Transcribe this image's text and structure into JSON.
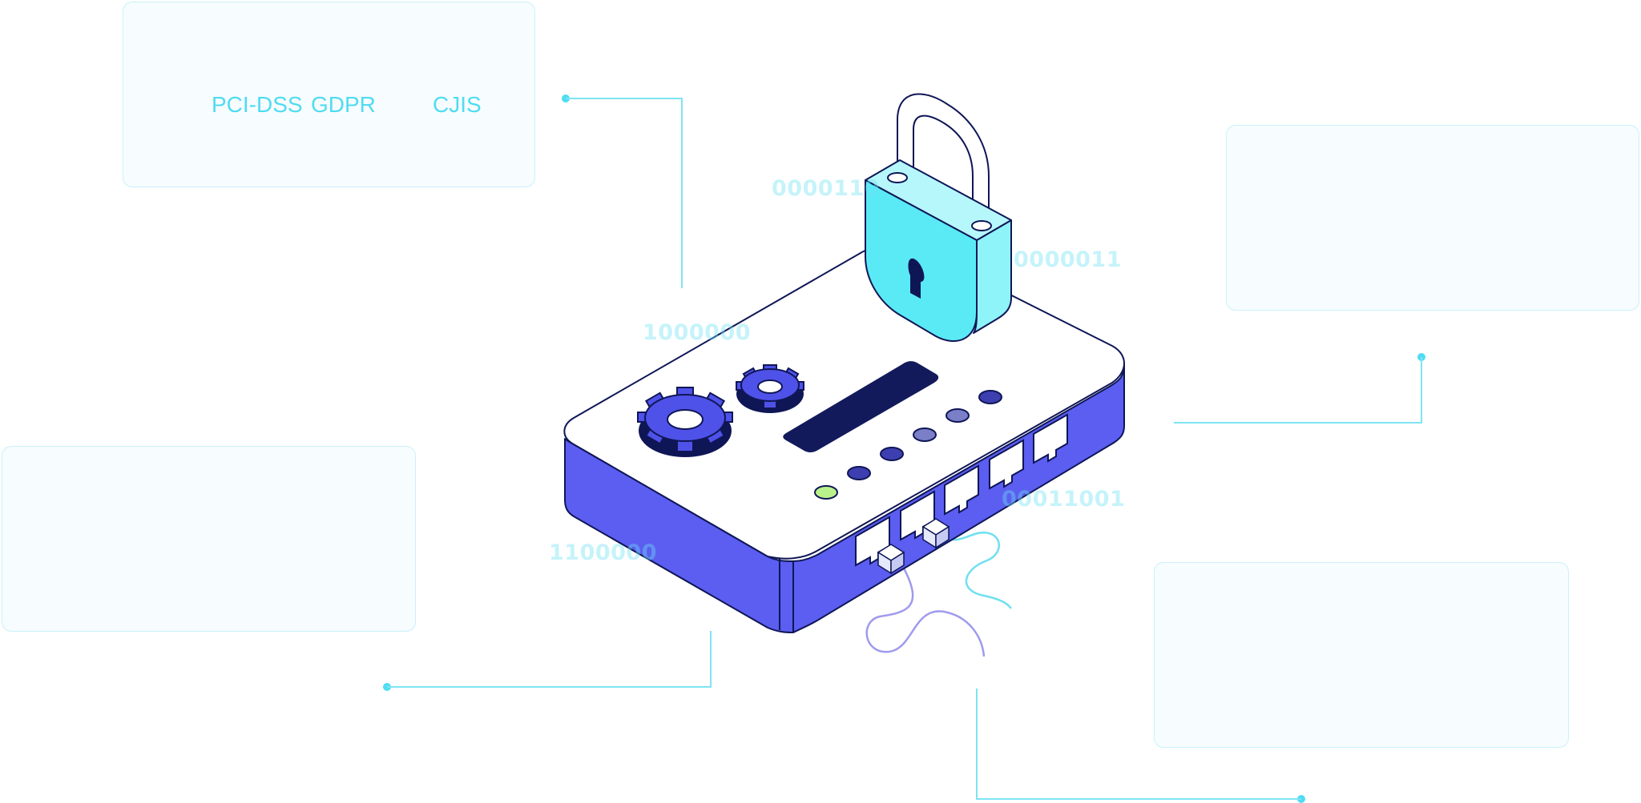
{
  "compliance_tags": {
    "pci": "PCI-DSS",
    "gdpr": "GDPR",
    "cjis": "CJIS"
  },
  "binary_streams": [
    "0000110",
    "0000011",
    "1000000",
    "00011001",
    "1100000"
  ],
  "colors": {
    "accent_cyan": "#4fdcf2",
    "device_body": "#5b5ef0",
    "device_top": "#ffffff",
    "outline": "#0f1656",
    "lock_body": "#5aeaf5",
    "lock_side": "#8ff3fa",
    "status_led_green": "#b9f28a",
    "led_dark": "#3d3fb0",
    "led_light": "#7a7fc8"
  },
  "icons": {
    "lock": "padlock-icon",
    "gear_large": "gear-icon",
    "gear_small": "gear-icon",
    "ports": "ethernet-port-icon"
  }
}
